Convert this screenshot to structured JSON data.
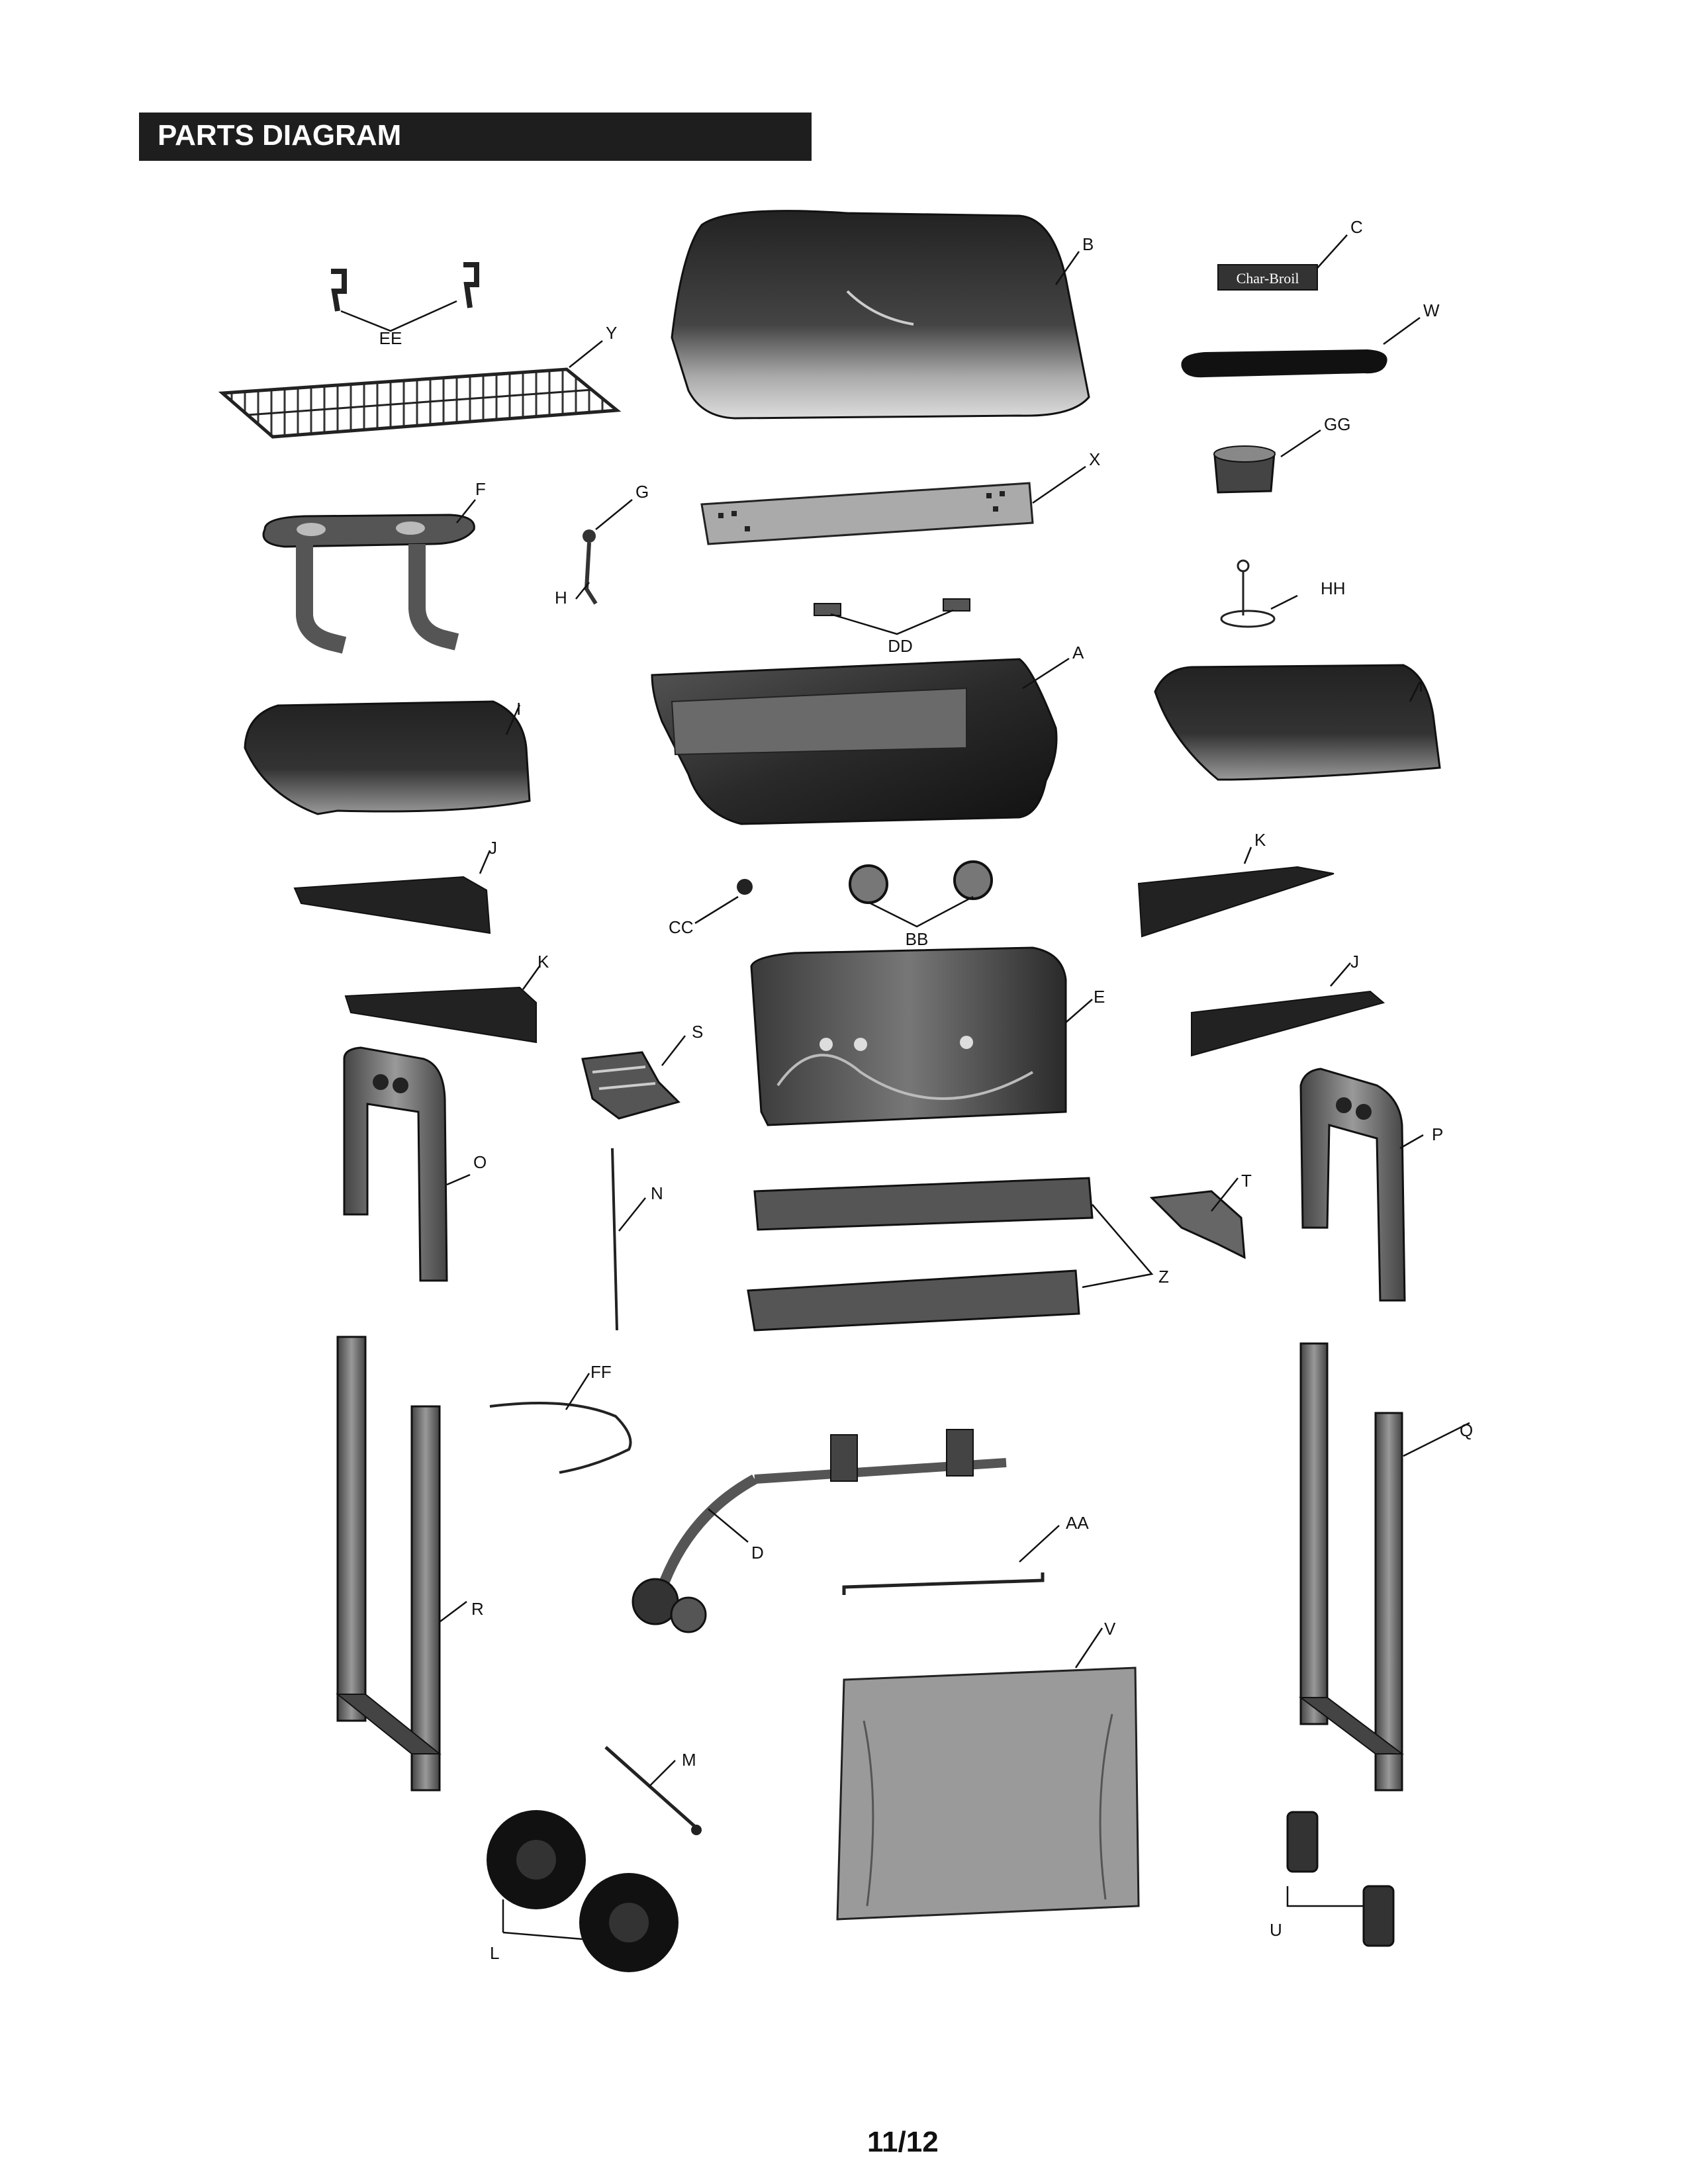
{
  "header": {
    "title": "PARTS DIAGRAM"
  },
  "brand_plate_text": "Char-Broil",
  "parts": {
    "A": "A",
    "B": "B",
    "C": "C",
    "D": "D",
    "E": "E",
    "F": "F",
    "G": "G",
    "H": "H",
    "I_left": "I",
    "I_right": "I",
    "J_left": "J",
    "J_right": "J",
    "K_left": "K",
    "K_right": "K",
    "L": "L",
    "M": "M",
    "N": "N",
    "O": "O",
    "P": "P",
    "Q": "Q",
    "R": "R",
    "S": "S",
    "T": "T",
    "U": "U",
    "V": "V",
    "W": "W",
    "X": "X",
    "Y": "Y",
    "Z": "Z",
    "AA": "AA",
    "BB": "BB",
    "CC": "CC",
    "DD": "DD",
    "EE": "EE",
    "FF": "FF",
    "GG": "GG",
    "HH": "HH"
  },
  "footer": {
    "page": "11/12"
  },
  "colors": {
    "title_bar": "#1e1e1e",
    "part_dark": "#2a2a2a",
    "part_mid": "#6b6b6b",
    "part_light": "#bdbdbd"
  }
}
